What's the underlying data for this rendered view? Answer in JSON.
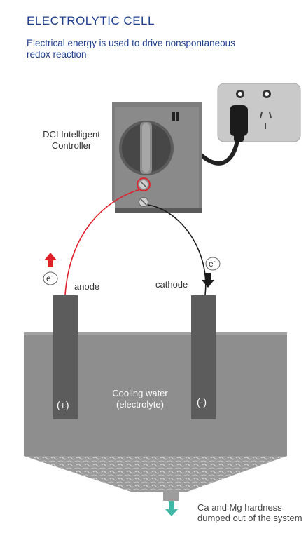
{
  "header": {
    "title": "ELECTROLYTIC CELL",
    "subtitle": "Electrical energy is used to drive nonspontaneous redox reaction"
  },
  "controller": {
    "label": "DCI Intelligent Controller"
  },
  "electrodes": {
    "anode_label": "anode",
    "cathode_label": "cathode",
    "anode_sign": "(+)",
    "cathode_sign": "(-)",
    "electron_symbol": "e",
    "electron_charge": "-"
  },
  "cell": {
    "water_label": "Cooling water (electrolyte)"
  },
  "output": {
    "dump_label": "Ca and Mg hardness dumped out of the system"
  },
  "colors": {
    "title": "#1f3f8f",
    "anode_wire": "#e0202a",
    "cathode_wire": "#1a1a1a",
    "cell_body": "#8e8e8e",
    "electrode": "#5c5c5c",
    "dump_arrow": "#3fb8a6",
    "outlet": "#9d9d9d"
  },
  "icons": {
    "power_outlet": "power-outlet-icon",
    "plug": "plug-icon",
    "dial": "dial-knob-icon",
    "electron_up": "arrow-up-icon",
    "electron_down": "arrow-down-icon",
    "dump": "arrow-down-icon"
  }
}
